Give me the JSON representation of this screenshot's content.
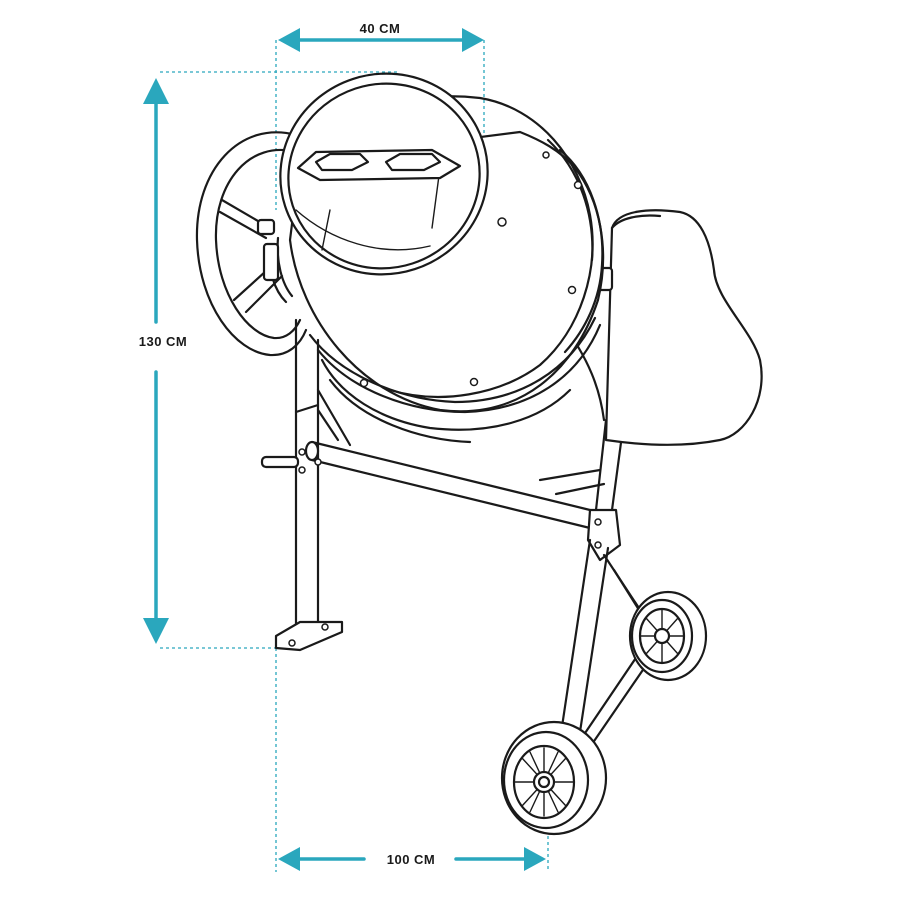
{
  "colors": {
    "dimension": "#2aa7bd",
    "ink": "#1a1a1a",
    "background": "#ffffff"
  },
  "dimensions": {
    "opening_width": "40 CM",
    "height": "130 CM",
    "length": "100 CM"
  }
}
